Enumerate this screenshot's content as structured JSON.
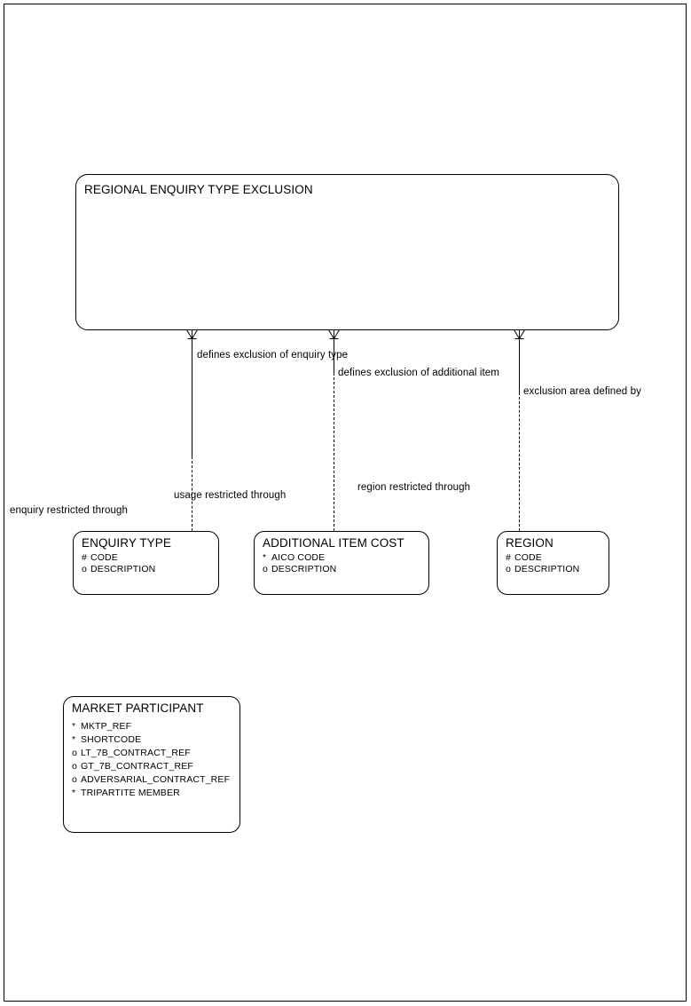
{
  "diagram": {
    "type": "entity-relationship-diagram",
    "notation": "barker-crows-foot",
    "page_border": true,
    "background_color": "#ffffff",
    "line_color": "#000000"
  },
  "entities": [
    {
      "id": "regional-enquiry-type-exclusion",
      "name": "REGIONAL ENQUIRY TYPE EXCLUSION",
      "attributes": []
    },
    {
      "id": "enquiry-type",
      "name": "ENQUIRY TYPE",
      "attributes": [
        {
          "mark": "#",
          "name": "CODE"
        },
        {
          "mark": "o",
          "name": "DESCRIPTION"
        }
      ]
    },
    {
      "id": "additional-item-cost",
      "name": "ADDITIONAL ITEM COST",
      "attributes": [
        {
          "mark": "*",
          "name": "AICO CODE"
        },
        {
          "mark": "o",
          "name": "DESCRIPTION"
        }
      ]
    },
    {
      "id": "region",
      "name": "REGION",
      "attributes": [
        {
          "mark": "#",
          "name": "CODE"
        },
        {
          "mark": "o",
          "name": "DESCRIPTION"
        }
      ]
    },
    {
      "id": "market-participant",
      "name": "MARKET PARTICIPANT",
      "attributes": [
        {
          "mark": "*",
          "name": "MKTP_REF"
        },
        {
          "mark": "*",
          "name": "SHORTCODE"
        },
        {
          "mark": "o",
          "name": "LT_7B_CONTRACT_REF"
        },
        {
          "mark": "o",
          "name": "GT_7B_CONTRACT_REF"
        },
        {
          "mark": "o",
          "name": "ADVERSARIAL_CONTRACT_REF"
        },
        {
          "mark": "*",
          "name": "TRIPARTITE MEMBER"
        }
      ]
    }
  ],
  "relationships": [
    {
      "id": "enquiry-type-exclusion",
      "from_entity": "regional-enquiry-type-exclusion",
      "to_entity": "enquiry-type",
      "from_label": "defines exclusion of enquiry type",
      "to_label": "enquiry restricted through"
    },
    {
      "id": "additional-item-exclusion",
      "from_entity": "regional-enquiry-type-exclusion",
      "to_entity": "additional-item-cost",
      "from_label": "defines exclusion of additional item",
      "to_label": "usage restricted through"
    },
    {
      "id": "exclusion-area",
      "from_entity": "regional-enquiry-type-exclusion",
      "to_entity": "region",
      "from_label": "exclusion area defined by",
      "to_label": "region restricted through"
    }
  ]
}
